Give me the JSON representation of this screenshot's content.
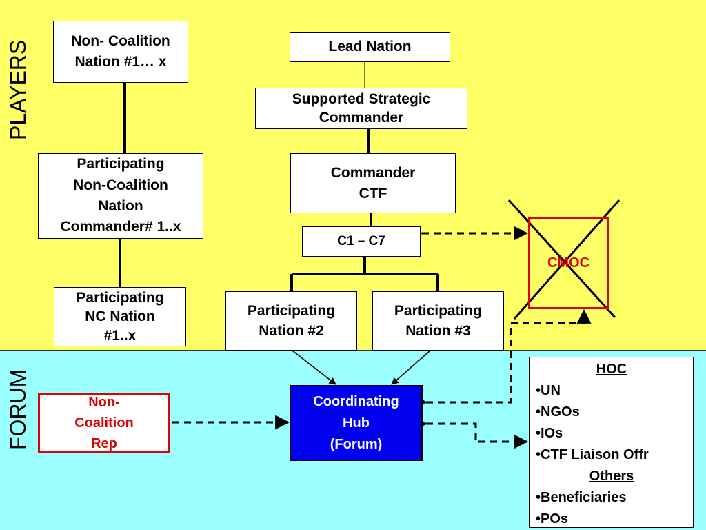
{
  "sections": {
    "players": "PLAYERS",
    "forum": "FORUM"
  },
  "boxes": {
    "non_coalition_nation": [
      "Non- Coalition",
      "Nation #1… x"
    ],
    "participating_nc_commander": [
      "Participating",
      "Non-Coalition",
      "Nation",
      "Commander# 1..x"
    ],
    "participating_nc_nation": [
      "Participating",
      "NC Nation",
      "#1..x"
    ],
    "lead_nation": [
      "Lead Nation"
    ],
    "supported_strategic_commander": [
      "Supported Strategic",
      "Commander"
    ],
    "commander_ctf": [
      "Commander",
      "CTF"
    ],
    "c1_c7": [
      "C1 – C7"
    ],
    "participating_nation_2": [
      "Participating",
      "Nation #2"
    ],
    "participating_nation_3": [
      "Participating",
      "Nation #3"
    ],
    "cmoc": [
      "CMOC"
    ],
    "non_coalition_rep": [
      "Non-",
      "Coalition",
      "Rep"
    ],
    "coordinating_hub": [
      "Coordinating",
      "Hub",
      "(Forum)"
    ]
  },
  "hoc": {
    "title": "HOC",
    "items": [
      "UN",
      "NGOs",
      "IOs",
      "CTF Liaison Offr"
    ],
    "others_title": "Others",
    "others_items": [
      "Beneficiaries",
      "POs"
    ]
  },
  "colors": {
    "players_band": "#ffff66",
    "forum_band": "#99ffff",
    "hub": "#0000ee",
    "alert": "#e00000"
  }
}
